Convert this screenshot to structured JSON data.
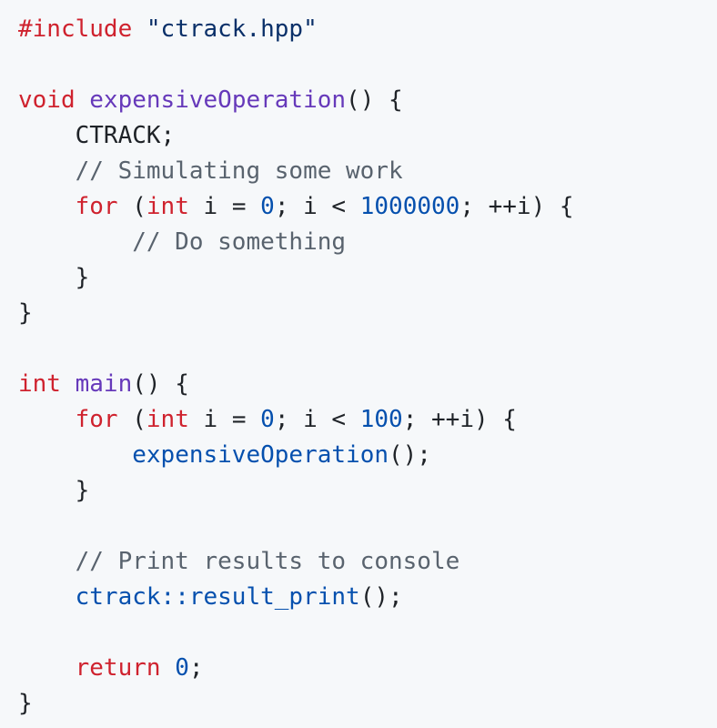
{
  "code": {
    "language": "cpp",
    "lines": [
      [
        {
          "t": "kw",
          "v": "#include"
        },
        {
          "t": "plain",
          "v": " "
        },
        {
          "t": "str",
          "v": "\"ctrack.hpp\""
        }
      ],
      [],
      [
        {
          "t": "kw",
          "v": "void"
        },
        {
          "t": "plain",
          "v": " "
        },
        {
          "t": "fn",
          "v": "expensiveOperation"
        },
        {
          "t": "plain",
          "v": "() {"
        }
      ],
      [
        {
          "t": "plain",
          "v": "    CTRACK;"
        }
      ],
      [
        {
          "t": "com",
          "v": "    // Simulating some work"
        }
      ],
      [
        {
          "t": "plain",
          "v": "    "
        },
        {
          "t": "kw",
          "v": "for"
        },
        {
          "t": "plain",
          "v": " ("
        },
        {
          "t": "kw",
          "v": "int"
        },
        {
          "t": "plain",
          "v": " i = "
        },
        {
          "t": "num",
          "v": "0"
        },
        {
          "t": "plain",
          "v": "; i < "
        },
        {
          "t": "num",
          "v": "1000000"
        },
        {
          "t": "plain",
          "v": "; ++i) {"
        }
      ],
      [
        {
          "t": "com",
          "v": "        // Do something"
        }
      ],
      [
        {
          "t": "plain",
          "v": "    }"
        }
      ],
      [
        {
          "t": "plain",
          "v": "}"
        }
      ],
      [],
      [
        {
          "t": "kw",
          "v": "int"
        },
        {
          "t": "plain",
          "v": " "
        },
        {
          "t": "fn",
          "v": "main"
        },
        {
          "t": "plain",
          "v": "() {"
        }
      ],
      [
        {
          "t": "plain",
          "v": "    "
        },
        {
          "t": "kw",
          "v": "for"
        },
        {
          "t": "plain",
          "v": " ("
        },
        {
          "t": "kw",
          "v": "int"
        },
        {
          "t": "plain",
          "v": " i = "
        },
        {
          "t": "num",
          "v": "0"
        },
        {
          "t": "plain",
          "v": "; i < "
        },
        {
          "t": "num",
          "v": "100"
        },
        {
          "t": "plain",
          "v": "; ++i) {"
        }
      ],
      [
        {
          "t": "plain",
          "v": "        "
        },
        {
          "t": "ent",
          "v": "expensiveOperation"
        },
        {
          "t": "plain",
          "v": "();"
        }
      ],
      [
        {
          "t": "plain",
          "v": "    }"
        }
      ],
      [],
      [
        {
          "t": "com",
          "v": "    // Print results to console"
        }
      ],
      [
        {
          "t": "plain",
          "v": "    "
        },
        {
          "t": "ent",
          "v": "ctrack::result_print"
        },
        {
          "t": "plain",
          "v": "();"
        }
      ],
      [],
      [
        {
          "t": "plain",
          "v": "    "
        },
        {
          "t": "kw",
          "v": "return"
        },
        {
          "t": "plain",
          "v": " "
        },
        {
          "t": "num",
          "v": "0"
        },
        {
          "t": "plain",
          "v": ";"
        }
      ],
      [
        {
          "t": "plain",
          "v": "}"
        }
      ]
    ]
  },
  "theme": {
    "background": "#f6f8fa",
    "keyword": "#cf222e",
    "function": "#6639ba",
    "string": "#0a3069",
    "number": "#0550ae",
    "comment": "#59636e",
    "entity": "#0550ae",
    "text": "#1f2328"
  }
}
